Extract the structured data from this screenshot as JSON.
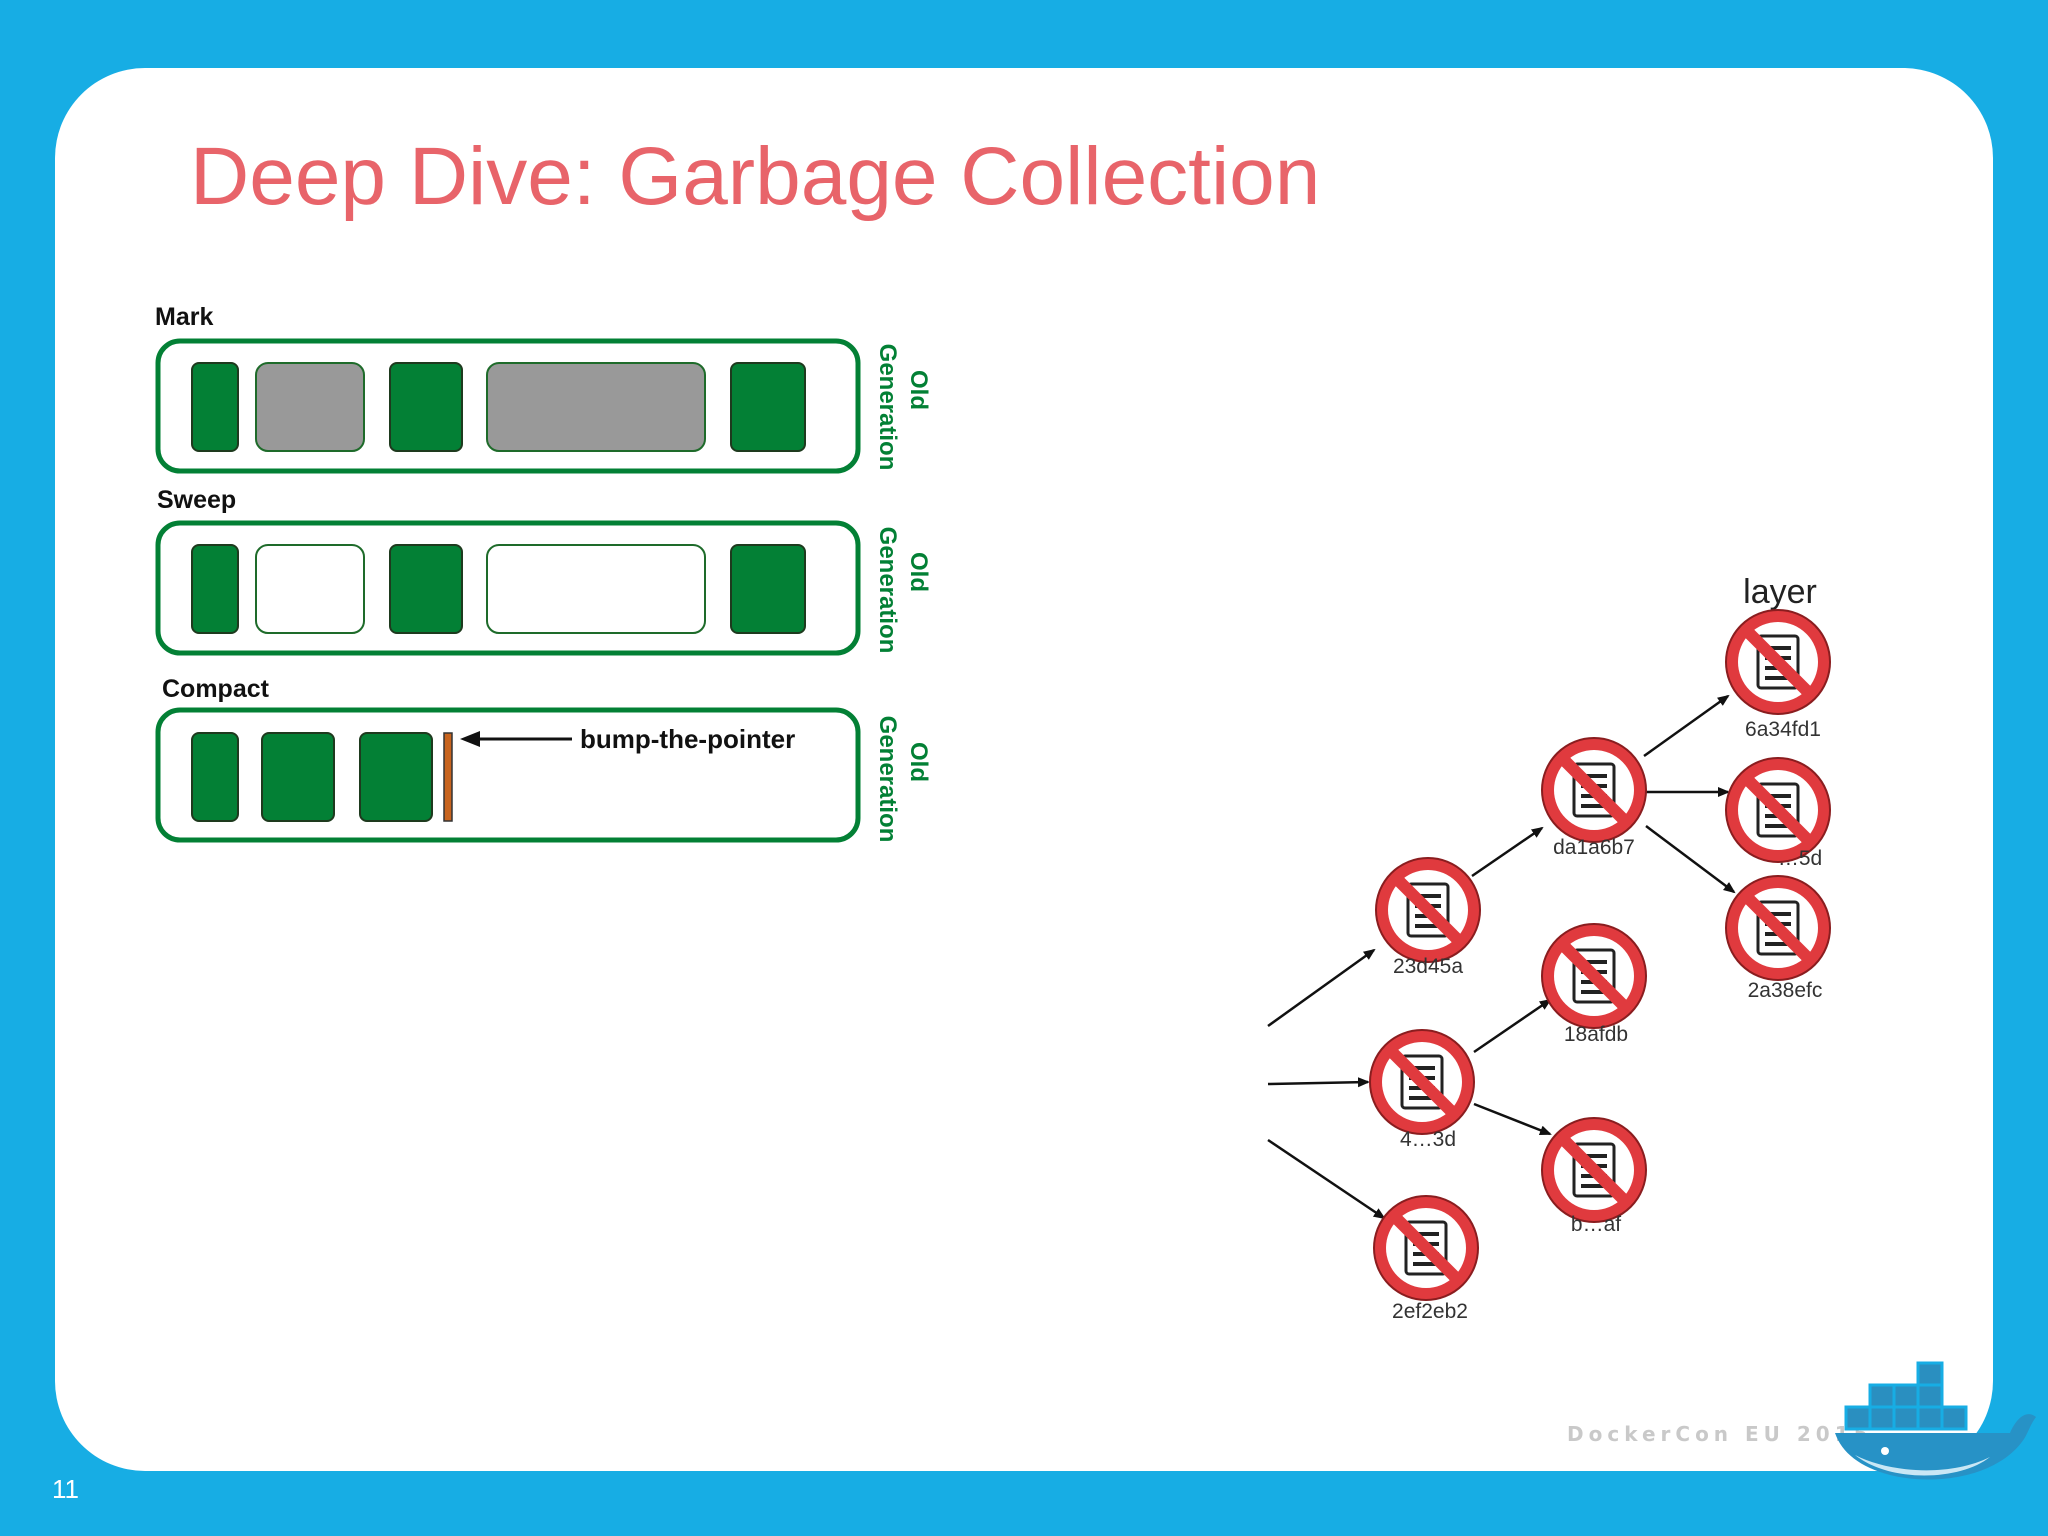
{
  "slide": {
    "title": "Deep Dive: Garbage Collection",
    "page_number": "11",
    "footer": "DockerCon EU 2015"
  },
  "gc_diagram": {
    "phases": [
      {
        "label": "Mark",
        "generation_label_1": "Old",
        "generation_label_2": "Generation"
      },
      {
        "label": "Sweep",
        "generation_label_1": "Old",
        "generation_label_2": "Generation"
      },
      {
        "label": "Compact",
        "generation_label_1": "Old",
        "generation_label_2": "Generation"
      }
    ],
    "pointer_label": "bump-the-pointer",
    "colors": {
      "live": "#038035",
      "marked": "#999999",
      "free": "#ffffff",
      "pointer": "#c8641e"
    }
  },
  "layer_graph": {
    "heading": "layer",
    "nodes": [
      "6a34fd1",
      "da1a6b7",
      "…5d",
      "2a38efc",
      "23d45a",
      "18afdb",
      "4…3d",
      "b…af",
      "2ef2eb2"
    ],
    "overlay_icon": "prohibited-icon",
    "overlay_color": "#e03a3e"
  }
}
